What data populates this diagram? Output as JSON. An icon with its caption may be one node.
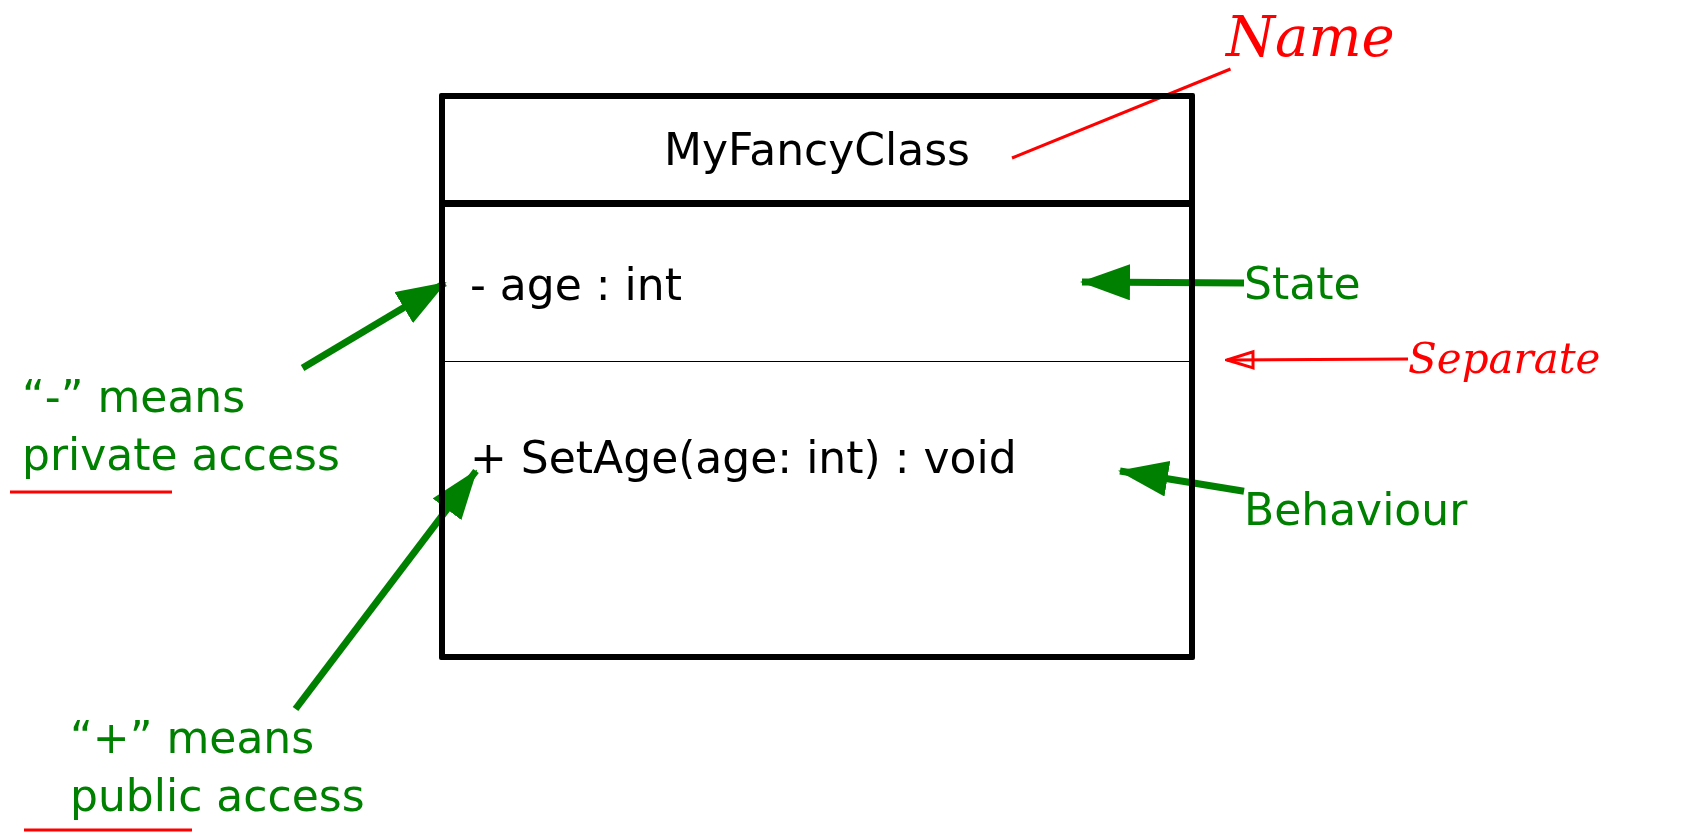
{
  "diagram": {
    "nodes": [
      {
        "text": [],
        "shape": "box"
      },
      {
        "text": [
          "MyFancyClass"
        ],
        "in": 0
      },
      {
        "text": [
          "- age : int"
        ],
        "in": 0
      },
      {
        "text": [
          "+ SetAge(age: int) : void"
        ],
        "in": 0
      },
      {
        "text": [
          "Name"
        ]
      },
      {
        "text": [
          "State"
        ]
      },
      {
        "text": [
          "Separate"
        ]
      },
      {
        "text": [
          "“-” means private access"
        ]
      },
      {
        "text": [
          "Behaviour"
        ]
      },
      {
        "text": [
          "“+” means public access"
        ]
      }
    ],
    "edges": [
      {
        "from": 4,
        "to": 1,
        "arrow": "none",
        "color": "#ff0000"
      },
      {
        "from": 5,
        "to": 2,
        "arrow": "to"
      },
      {
        "from": 6,
        "to": 0,
        "arrow": "to",
        "color": "#ff0000"
      },
      {
        "from": 7,
        "to": 2,
        "arrow": "to"
      },
      {
        "from": 8,
        "to": 3,
        "arrow": "to"
      },
      {
        "from": 9,
        "to": 3,
        "arrow": "to"
      }
    ]
  }
}
